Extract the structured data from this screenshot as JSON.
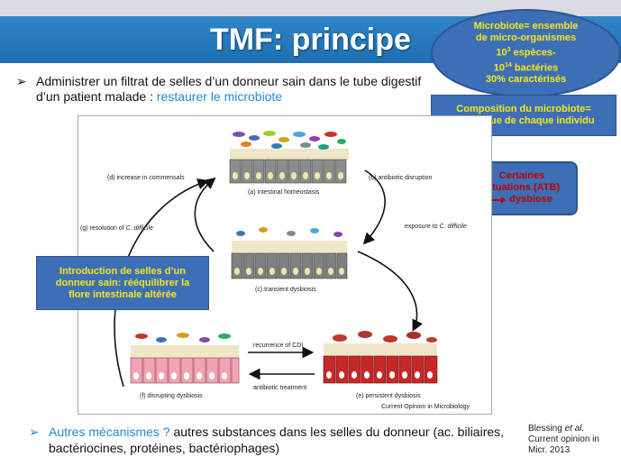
{
  "title": "TMF: principe",
  "ellipse": {
    "line1": "Microbiote= ensemble",
    "line2": "de micro-organismes",
    "line3_base": "10",
    "line3_sup": "3",
    "line3_rest": " espèces-",
    "line4_base": "10",
    "line4_sup": "14",
    "line4_rest": " bactéries",
    "line5": "30% caractérisés"
  },
  "bullet": {
    "text": "Administrer un filtrat de selles d’un donneur sain dans le tube digestif d’un patient malade : ",
    "highlight": "restaurer le microbiote"
  },
  "composition_box": {
    "line1": "Composition du microbiote=",
    "line2": "spécifique de chaque individu"
  },
  "atb_box": {
    "line1": "Certaines",
    "line2": "situations  (ATB)",
    "line3": "dysbiose"
  },
  "intro_box": {
    "line1": "Introduction de selles d’un",
    "line2": "donneur sain: rééquilibrer la",
    "line3": "flore intestinale altérée"
  },
  "figure": {
    "a": "(a) intestinal homeostasis",
    "b": "(b) antibiotic disruption",
    "c": "(c) transient dysbiosis",
    "d": "(d) increase in commensals",
    "e": "(e) persistent dysbiosis",
    "f": "(f) disrupting dysbiosis",
    "g_prefix": "(g) resolution of ",
    "g_italic": "C. difficile",
    "exposure_prefix": "exposure to ",
    "exposure_italic": "C. difficile",
    "recurrence": "recurrence of CDI",
    "antibiotic_treatment": "antibiotic treatment",
    "credit": "Current Opinion in Microbiology"
  },
  "bottom": {
    "highlight": "Autres mécanismes ?",
    "text": " autres substances dans les selles du donneur (ac. biliaires, bactériocines, protéines, bactériophages)"
  },
  "reference": {
    "author": "Blessing ",
    "etal": "et al.",
    "line2": "Current opinion in",
    "line3": "Micr. 2013"
  },
  "colors": {
    "title_bar": "#1f6fb2",
    "box_fill": "#3c6fb6",
    "box_text": "#f8e71c",
    "atb_text": "#c00000",
    "highlight_blue": "#1f8bd6"
  }
}
